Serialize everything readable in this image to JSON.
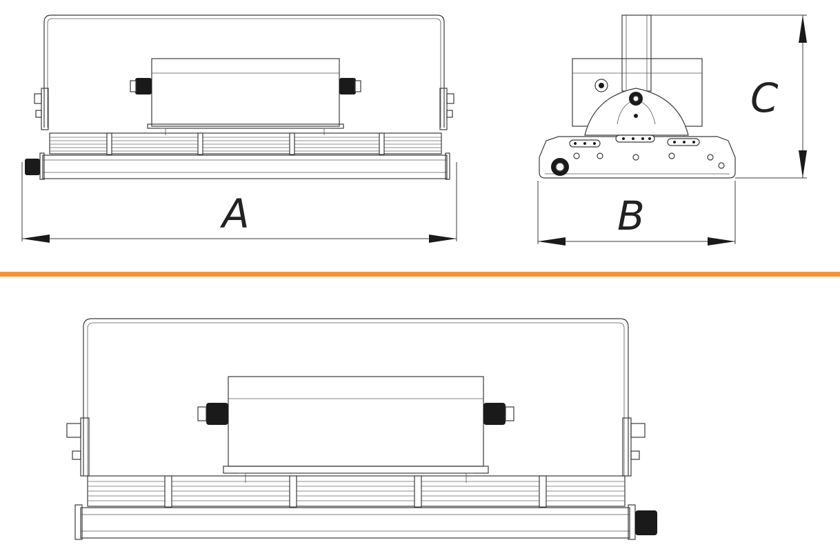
{
  "dimensions": {
    "width_label": "A",
    "depth_label": "B",
    "height_label": "C"
  },
  "colors": {
    "separator": "#F7923A",
    "line": "#3a3a3a",
    "background": "#ffffff"
  }
}
